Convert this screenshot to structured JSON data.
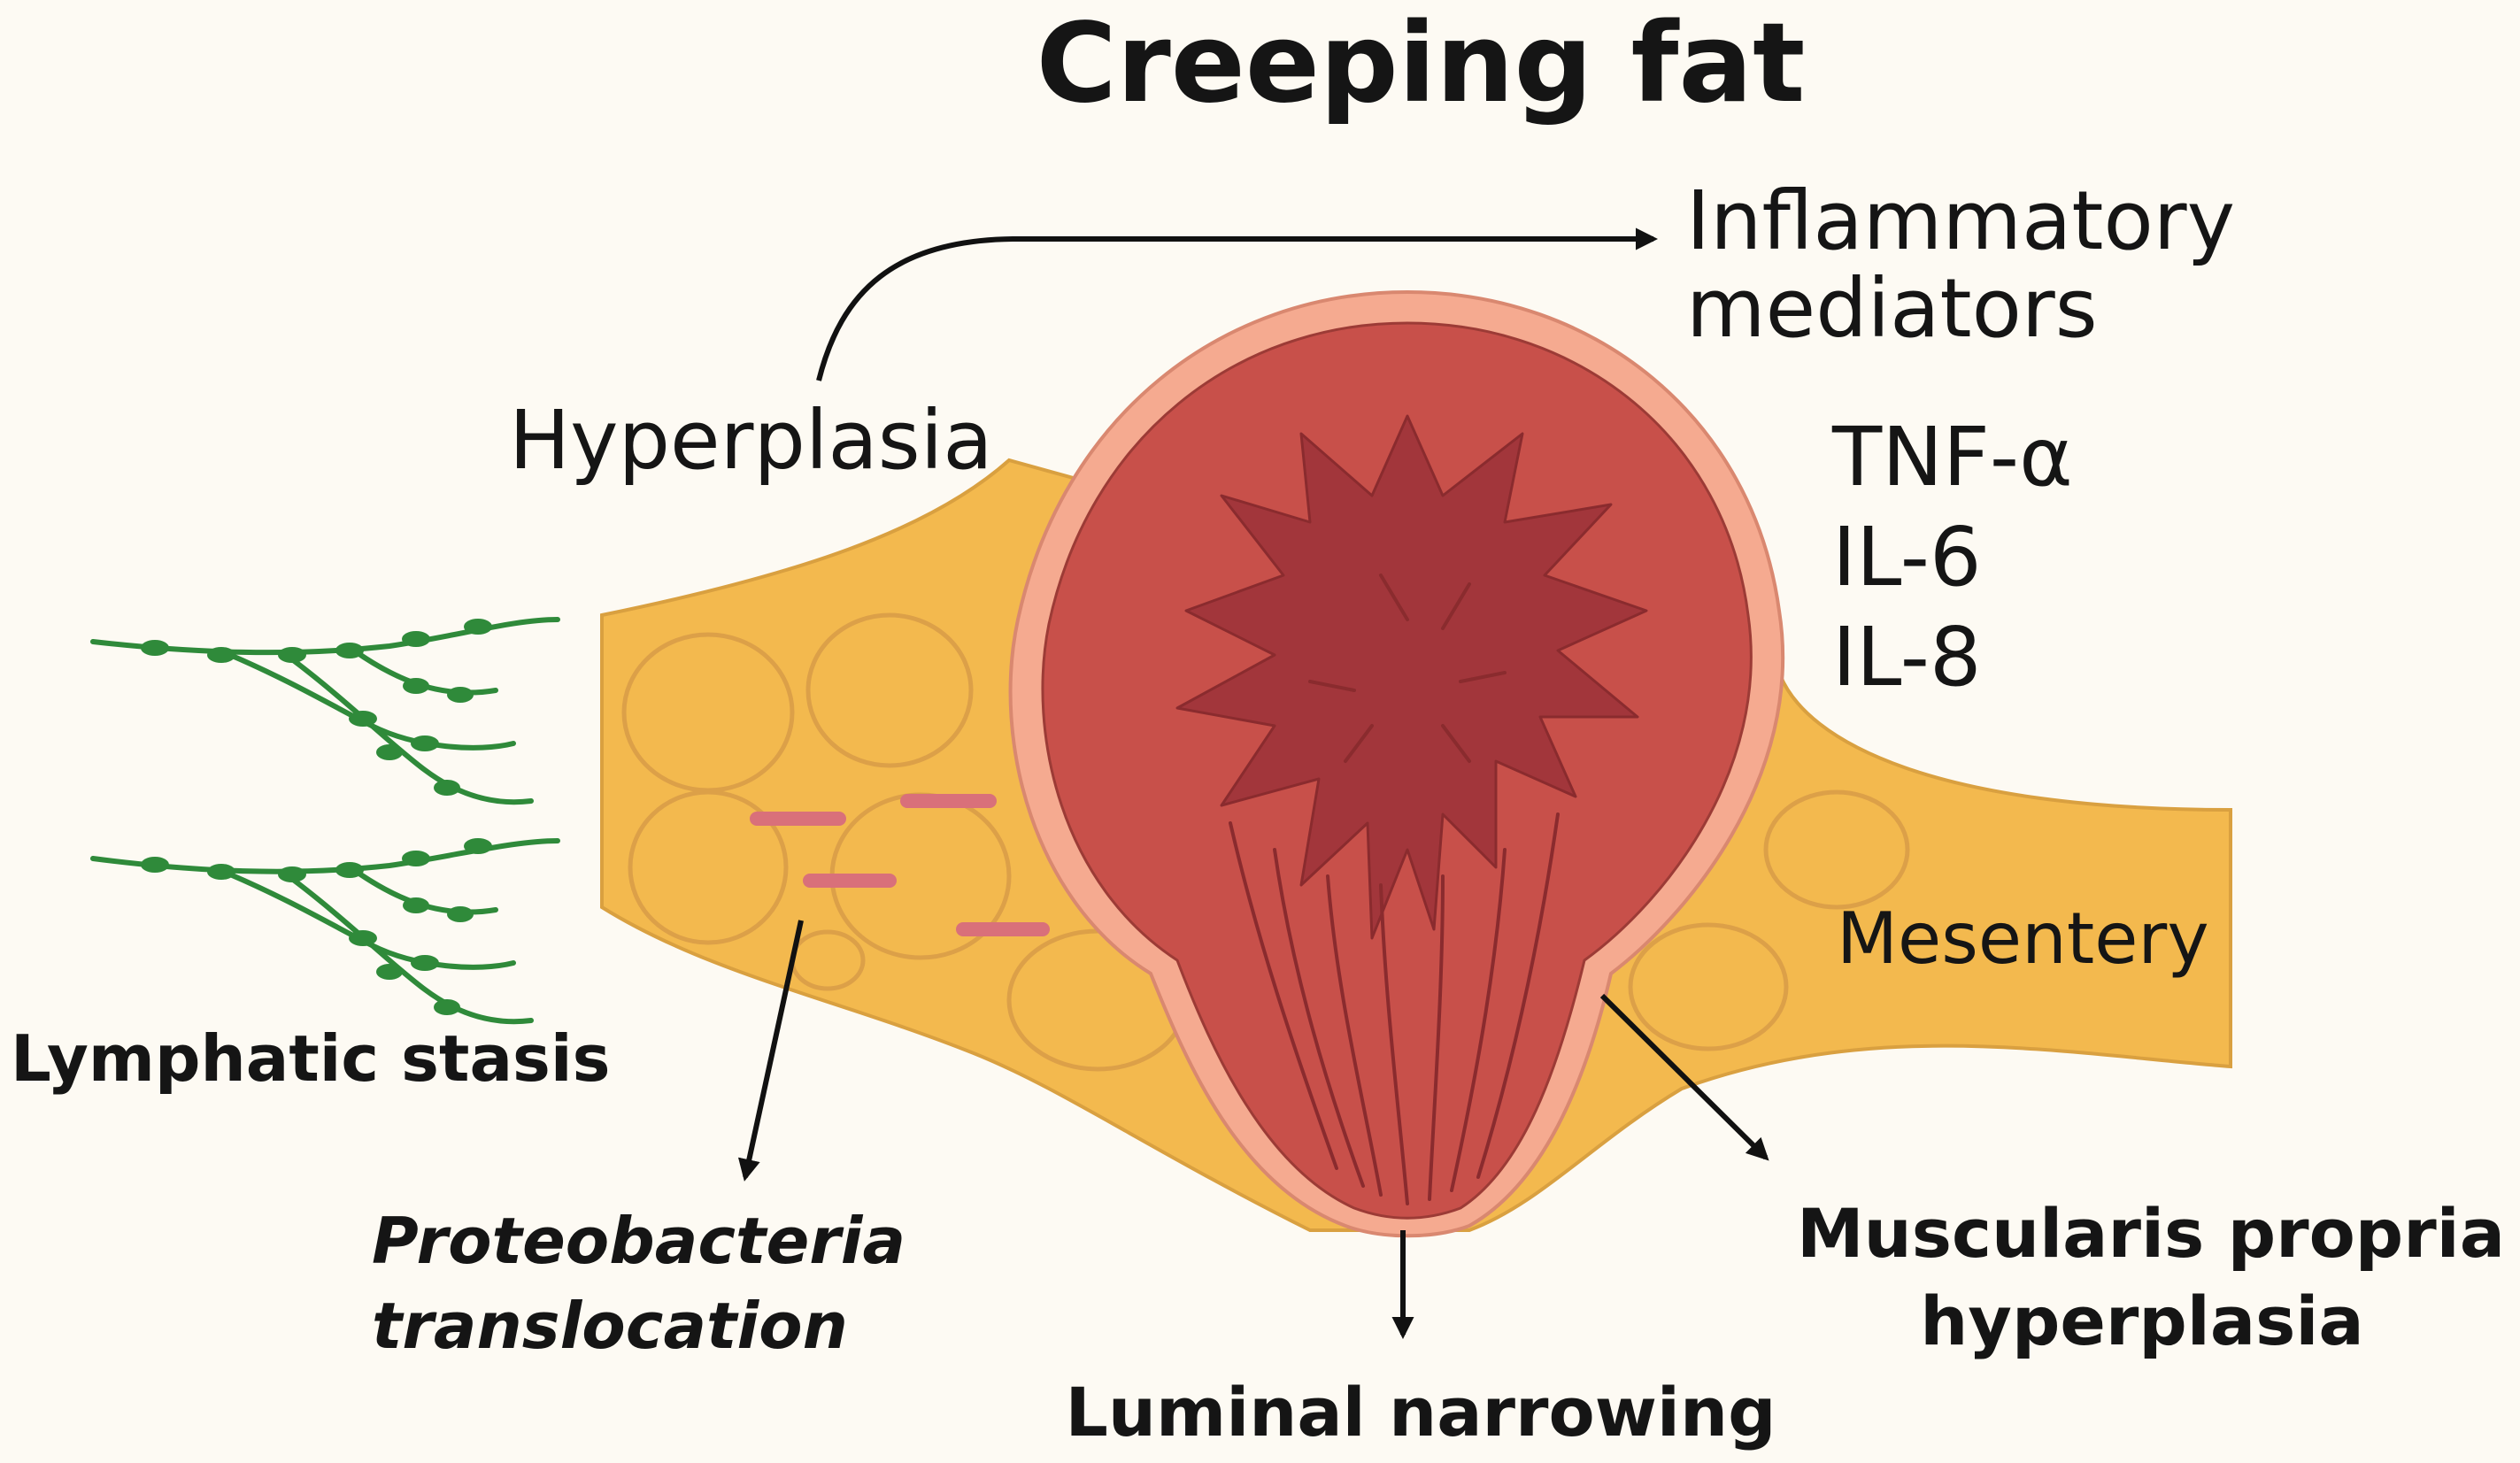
{
  "title": "Creeping fat",
  "labels": {
    "inflammatory_line1": "Inflammatory",
    "inflammatory_line2": "mediators",
    "hyperplasia": "Hyperplasia",
    "cytokines": [
      "TNF-α",
      "IL-6",
      "IL-8"
    ],
    "mesentery": "Mesentery",
    "lymphatic_stasis": "Lymphatic stasis",
    "proteobacteria_line1": "Proteobacteria",
    "proteobacteria_line2": "translocation",
    "luminal_narrowing": "Luminal narrowing",
    "muscularis_line1": "Muscularis propria",
    "muscularis_line2": "hyperplasia"
  },
  "colors": {
    "background": "#fdfaf3",
    "fat": "#f3b94e",
    "fat_outline": "#d9a040",
    "adipocyte_line": "#dca048",
    "wall_outer": "#f5aa90",
    "mucosa": "#c8504a",
    "lumen": "#a2363b",
    "fold_line": "#8a2b2e",
    "bacteria": "#d9707a",
    "lymphatic": "#2f8a3a",
    "arrow": "#111111",
    "text": "#151515"
  }
}
